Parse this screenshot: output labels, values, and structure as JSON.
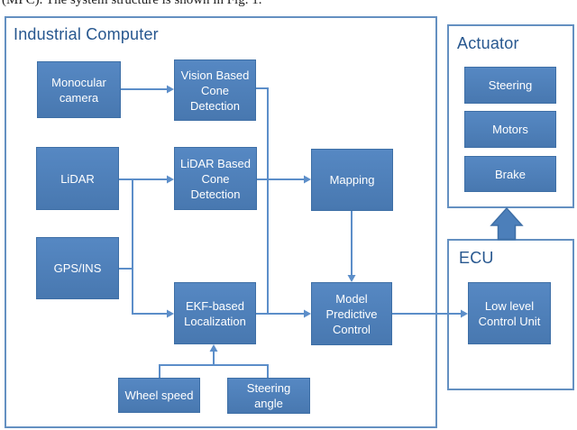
{
  "caption": "(MPC). The system structure is shown in Fig. 1.",
  "containers": {
    "industrial": {
      "title": "Industrial Computer"
    },
    "actuator": {
      "title": "Actuator"
    },
    "ecu": {
      "title": "ECU"
    }
  },
  "nodes": {
    "monocular": {
      "label": "Monocular\ncamera"
    },
    "vision": {
      "label": "Vision Based\nCone\nDetection"
    },
    "lidar": {
      "label": "LiDAR"
    },
    "lidar_cone": {
      "label": "LiDAR Based\nCone\nDetection"
    },
    "mapping": {
      "label": "Mapping"
    },
    "gps": {
      "label": "GPS/INS"
    },
    "ekf": {
      "label": "EKF-based\nLocalization"
    },
    "mpc": {
      "label": "Model\nPredictive\nControl"
    },
    "wheel": {
      "label": "Wheel speed"
    },
    "steer_angle": {
      "label": "Steering\nangle"
    },
    "steering": {
      "label": "Steering"
    },
    "motors": {
      "label": "Motors"
    },
    "brake": {
      "label": "Brake"
    },
    "llcu": {
      "label": "Low level\nControl Unit"
    }
  },
  "colors": {
    "node_fill": "#4C7FBA",
    "node_border": "#3E6FA6",
    "connector": "#5C8EC9",
    "section_title": "#27578F",
    "container_border": "#6490C1",
    "node_text": "#FFFFFF"
  }
}
